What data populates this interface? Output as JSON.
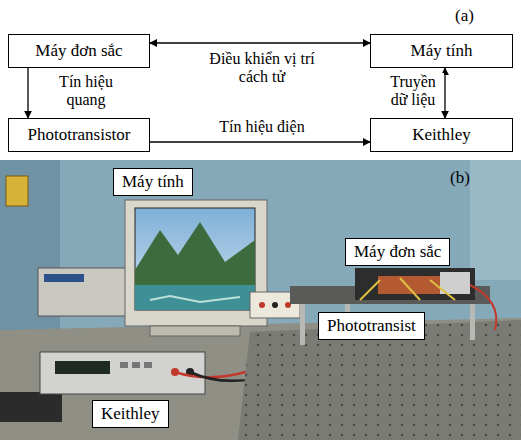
{
  "diagram": {
    "nodes": [
      {
        "text": [
          "Máy đơn sắc"
        ]
      },
      {
        "text": [
          "Máy tính"
        ]
      },
      {
        "text": [
          "Phototransistor"
        ]
      },
      {
        "text": [
          "Keithley"
        ]
      }
    ],
    "edges": [
      {
        "from": 0,
        "to": 1,
        "label": "Điều khiển vị trí cách tử",
        "arrow": "both"
      },
      {
        "from": 0,
        "to": 2,
        "label": "Tín hiệu quang",
        "arrow": "to"
      },
      {
        "from": 2,
        "to": 3,
        "label": "Tín hiệu điện",
        "arrow": "to"
      },
      {
        "from": 1,
        "to": 3,
        "label": "Truyền dữ liệu",
        "arrow": "both"
      }
    ],
    "labels": [
      "(a)",
      "(b)",
      "Máy tính",
      "Máy đơn sắc",
      "Phototransist",
      "Keithley"
    ]
  }
}
